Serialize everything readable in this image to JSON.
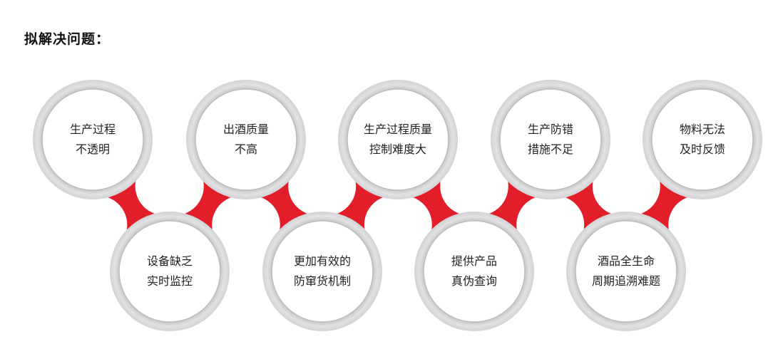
{
  "title": "拟解决问题：",
  "accent_color": "#e31e2b",
  "ring_color": "#dcdcde",
  "problems": [
    {
      "lines": [
        "生产过程",
        "不透明"
      ],
      "row": "top"
    },
    {
      "lines": [
        "设备缺乏",
        "实时监控"
      ],
      "row": "bottom"
    },
    {
      "lines": [
        "出酒质量",
        "不高"
      ],
      "row": "top"
    },
    {
      "lines": [
        "更加有效的",
        "防窜货机制"
      ],
      "row": "bottom"
    },
    {
      "lines": [
        "生产过程质量",
        "控制难度大"
      ],
      "row": "top"
    },
    {
      "lines": [
        "提供产品",
        "真伪查询"
      ],
      "row": "bottom"
    },
    {
      "lines": [
        "生产防错",
        "措施不足"
      ],
      "row": "top"
    },
    {
      "lines": [
        "酒品全生命",
        "周期追溯难题"
      ],
      "row": "bottom"
    },
    {
      "lines": [
        "物料无法",
        "及时反馈"
      ],
      "row": "top"
    }
  ]
}
